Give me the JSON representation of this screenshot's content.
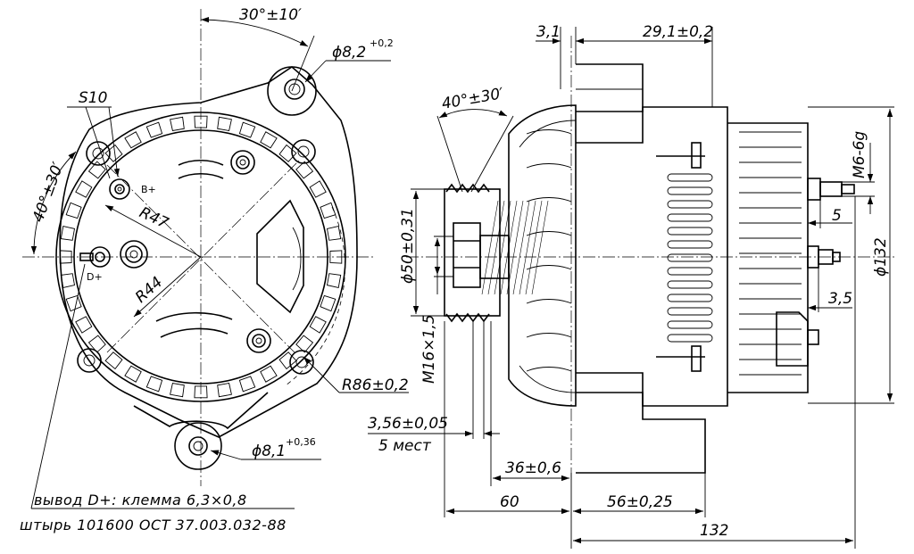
{
  "dimensions": {
    "angle_top": "30°±10′",
    "hole_top": "ϕ8,2",
    "hole_top_tol": "+0,2",
    "s10": "S10",
    "angle_left": "40°±30′",
    "r47": "R47",
    "r44": "R44",
    "r86": "R86±0,2",
    "hole_bottom": "ϕ8,1",
    "hole_bottom_tol": "+0,36",
    "angle_pulley": "40°±30′",
    "d50": "ϕ50±0,31",
    "m16": "M16×1,5",
    "slot": "3,56±0,05",
    "places": "5 мест",
    "d36": "36±0,6",
    "d60": "60",
    "d56": "56±0,25",
    "d132": "132",
    "d3_1": "3,1",
    "d29_1": "29,1±0,2",
    "m6": "M6-6g",
    "d5": "5",
    "phi132": "ϕ132",
    "d3_5": "3,5"
  },
  "terminals": {
    "b_plus": "B+",
    "d_plus": "D+"
  },
  "notes": {
    "line1": "вывод D+: клемма 6,3×0,8",
    "line2": "штырь 101600 ОСТ 37.003.032-88"
  }
}
